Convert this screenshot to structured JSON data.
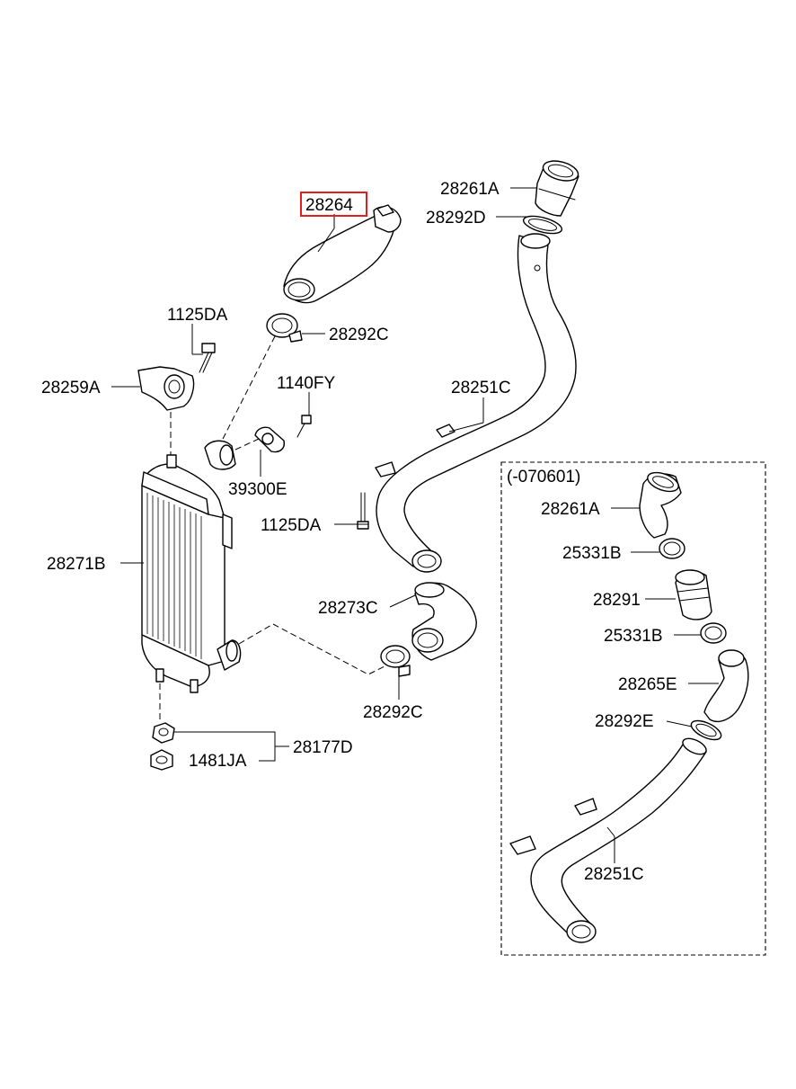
{
  "accent_color": "#e02020",
  "labels": {
    "p28264": "28264",
    "p28261A_top": "28261A",
    "p28292D": "28292D",
    "p1125DA_top": "1125DA",
    "p28292C_top": "28292C",
    "p28259A": "28259A",
    "p1140FY": "1140FY",
    "p28251C_main": "28251C",
    "p39300E": "39300E",
    "p1125DA_mid": "1125DA",
    "p28271B": "28271B",
    "p28273C": "28273C",
    "p28292C_bottom": "28292C",
    "p28177D": "28177D",
    "p1481JA": "1481JA"
  },
  "variant_box": {
    "title": "(-070601)",
    "p28261A": "28261A",
    "p25331B_a": "25331B",
    "p28291": "28291",
    "p25331B_b": "25331B",
    "p28265E": "28265E",
    "p28292E": "28292E",
    "p28251C": "28251C"
  }
}
